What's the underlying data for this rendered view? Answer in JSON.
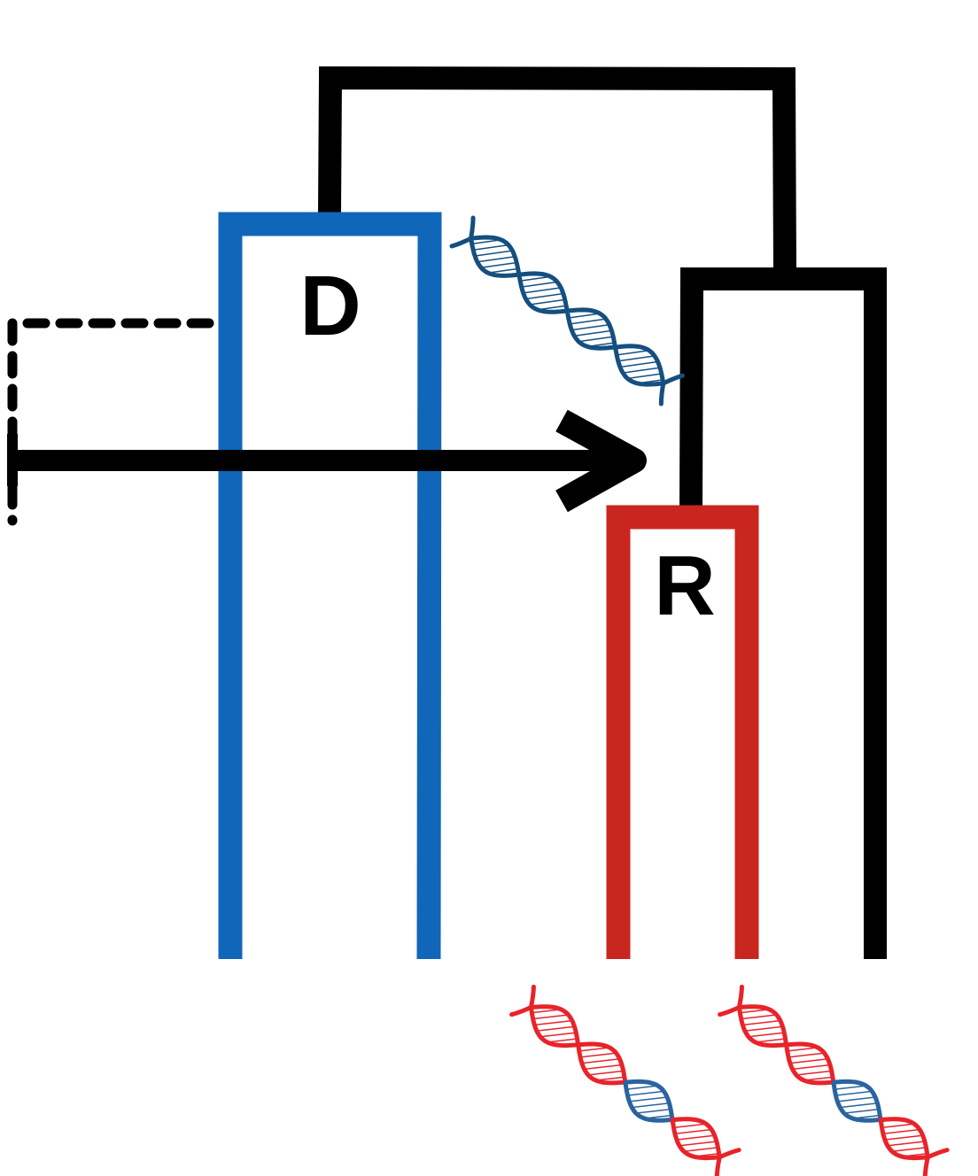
{
  "labels": {
    "donor": "D",
    "recipient": "R"
  },
  "colors": {
    "donor": "#1066b8",
    "recipient": "#c9261f",
    "species_tree": "#000000",
    "donor_dna": "#154f80",
    "recipient_dna": "#e8232a",
    "transferred_dna": "#2a64a0"
  },
  "dna": [
    {
      "name": "donor-dna",
      "lobes": [
        "#154f80",
        "#154f80",
        "#154f80",
        "#154f80"
      ]
    },
    {
      "name": "recipient-dna-left",
      "lobes": [
        "#e8232a",
        "#e8232a",
        "#2a64a0",
        "#e8232a"
      ]
    },
    {
      "name": "recipient-dna-right",
      "lobes": [
        "#e8232a",
        "#e8232a",
        "#2a64a0",
        "#e8232a"
      ]
    }
  ]
}
